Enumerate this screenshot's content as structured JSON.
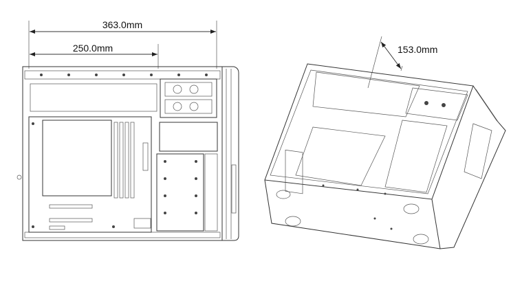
{
  "title": "PC case dimension drawing",
  "dimensions": {
    "length": "363.0mm",
    "board_depth": "250.0mm",
    "width": "153.0mm"
  },
  "colors": {
    "line": "#333333",
    "background": "#ffffff"
  }
}
